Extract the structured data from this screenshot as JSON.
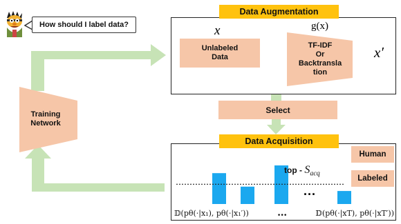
{
  "colors": {
    "header": "#ffc20e",
    "salmon": "#f6c6a8",
    "arrow": "#c7e3b6",
    "bar": "#1ba8ef"
  },
  "question": "How should I label data?",
  "augmentation": {
    "title": "Data Augmentation",
    "input_symbol": "x",
    "func_symbol": "g(x)",
    "output_symbol": "x′",
    "unlabeled": [
      "Unlabeled",
      "Data"
    ],
    "transform": [
      "TF-IDF",
      "Or",
      "Backtransla",
      "tion"
    ]
  },
  "training": [
    "Training",
    "Network"
  ],
  "select": "Select",
  "acquisition": {
    "title": "Data Acquisition",
    "top_prefix": "top -",
    "top_symbol": "S",
    "top_sub": "acq",
    "human": "Human",
    "labeled": "Labeled",
    "ellipsis": "...",
    "formula_left": "𝔻(pθ(·|x₁), pθ(·|x₁′))",
    "formula_mid": "…",
    "formula_right": "𝔻(pθ(·|xT), pθ(·|xT′))"
  },
  "chart_data": {
    "type": "bar",
    "values": [
      0.64,
      0.36,
      0.8,
      0.27
    ],
    "threshold": 0.41
  }
}
